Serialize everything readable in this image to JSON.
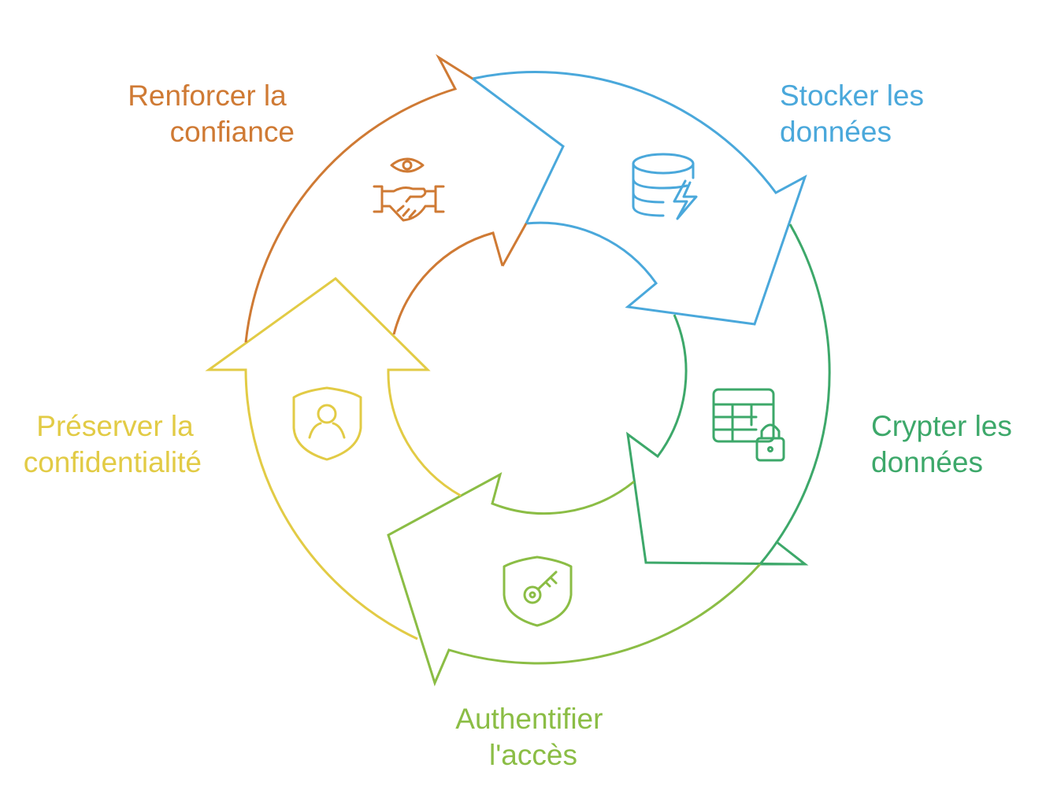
{
  "steps": [
    {
      "line1": "Stocker les",
      "line2": "données",
      "color": "#4aa8db",
      "icon": "database-bolt-icon"
    },
    {
      "line1": "Crypter les",
      "line2": "données",
      "color": "#3da86a",
      "icon": "table-lock-icon"
    },
    {
      "line1": "Authentifier",
      "line2": "l'accès",
      "color": "#8bbd45",
      "icon": "shield-key-icon"
    },
    {
      "line1": "Préserver la",
      "line2": "confidentialité",
      "color": "#e2cb45",
      "icon": "shield-user-icon"
    },
    {
      "line1": "Renforcer la",
      "line2": "confiance",
      "color": "#cf7a34",
      "icon": "handshake-eye-icon"
    }
  ]
}
